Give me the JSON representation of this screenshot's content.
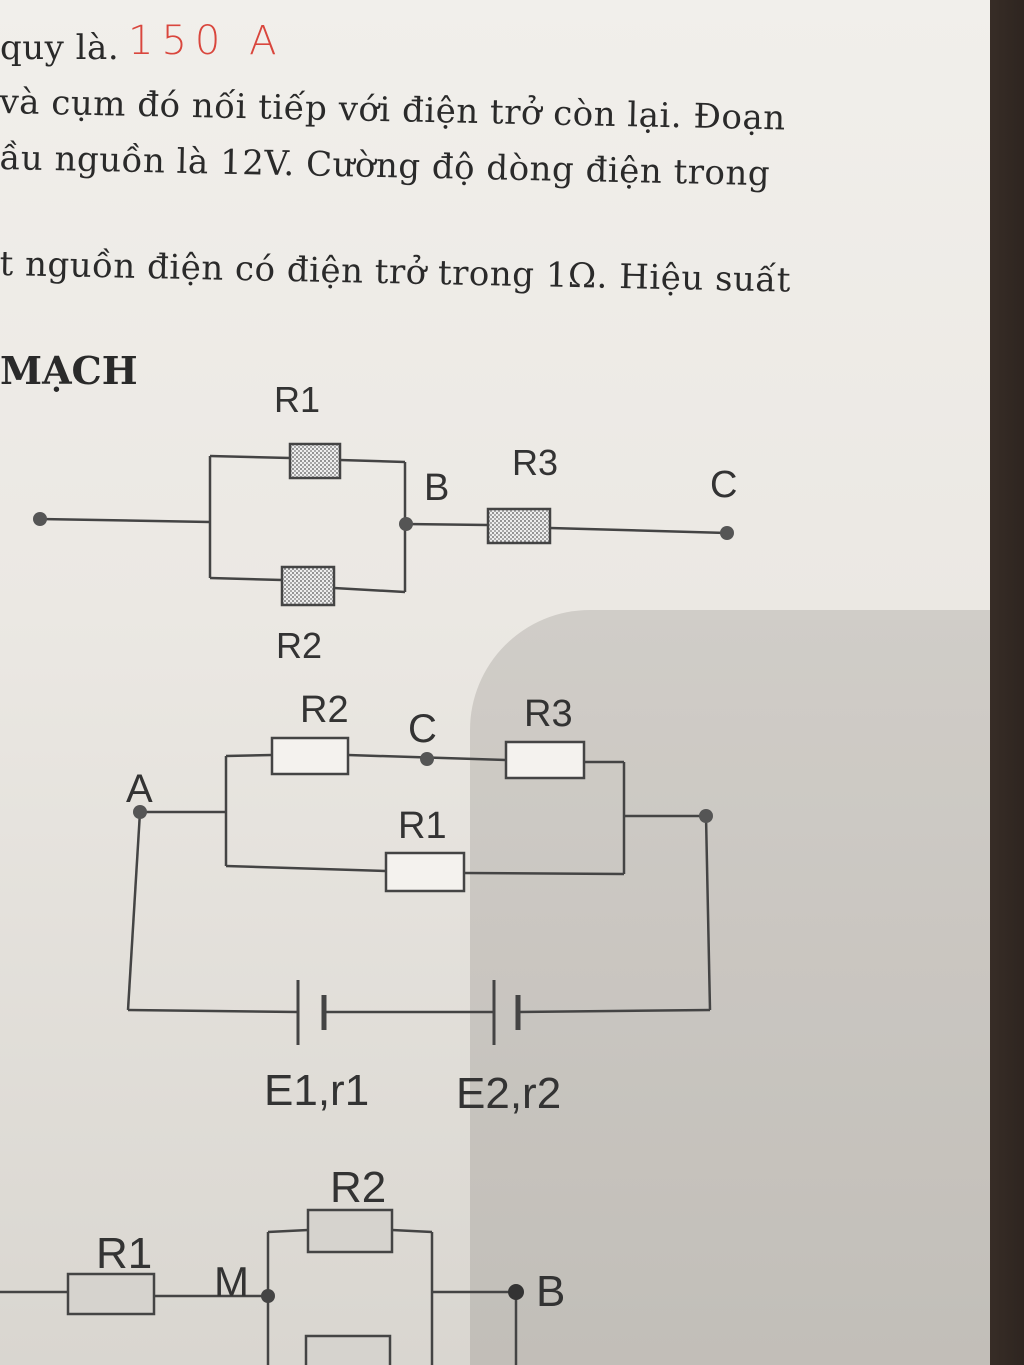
{
  "text": {
    "line0": "quy là.",
    "answer": "150 A",
    "line1": "và cụm đó nối tiếp với điện trở còn lại. Đoạn",
    "line2": "ầu nguồn là 12V. Cường độ dòng điện trong",
    "line3": "t nguồn điện có điện trở trong 1Ω. Hiệu suất",
    "heading": "MẠCH"
  },
  "circuit1": {
    "r1": "R1",
    "r2": "R2",
    "r3": "R3",
    "b": "B",
    "c": "C"
  },
  "circuit2": {
    "r1": "R1",
    "r2": "R2",
    "r3": "R3",
    "a": "A",
    "c": "C",
    "e1": "E1,r1",
    "e2": "E2,r2"
  },
  "circuit3": {
    "r1": "R1",
    "r2": "R2",
    "m": "M",
    "b": "B"
  }
}
